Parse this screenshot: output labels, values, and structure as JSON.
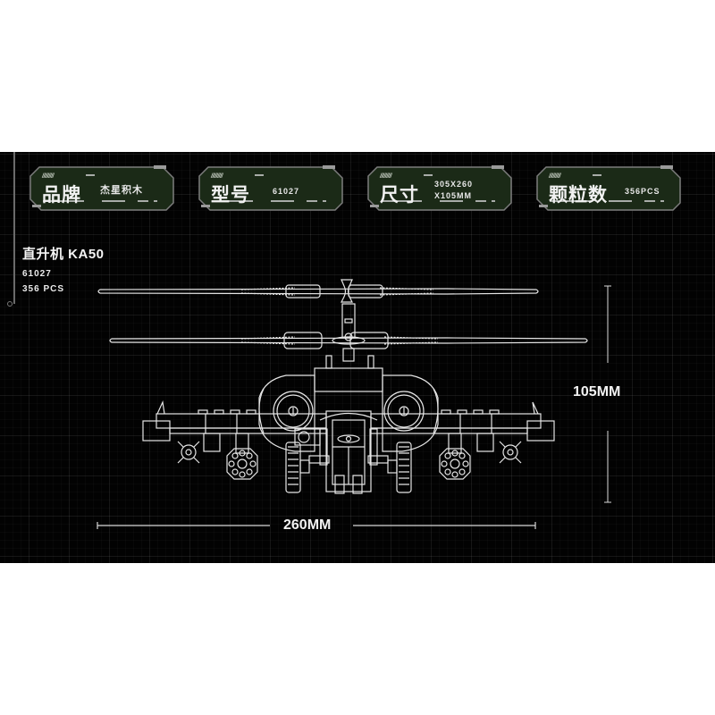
{
  "spec_panels": [
    {
      "label": "品牌",
      "value_lines": [
        "杰星积木"
      ],
      "icon": "slash-marks"
    },
    {
      "label": "型号",
      "value_lines": [
        "61027"
      ],
      "icon": "slash-marks"
    },
    {
      "label": "尺寸",
      "value_lines": [
        "305X260",
        "X105MM"
      ],
      "icon": "slash-marks"
    },
    {
      "label": "颗粒数",
      "value_lines": [
        "356PCS"
      ],
      "icon": "slash-marks"
    }
  ],
  "panel_decor": "/////////",
  "product": {
    "title": "直升机 KA50",
    "model": "61027",
    "pieces": "356 PCS"
  },
  "dimensions": {
    "height": "105MM",
    "width": "260MM"
  },
  "colors": {
    "background": "#020202",
    "panel_fill": "#1b2a17",
    "panel_border": "#8a8a8a",
    "line_art": "#e8e8e8",
    "text": "#f2f2f2"
  }
}
